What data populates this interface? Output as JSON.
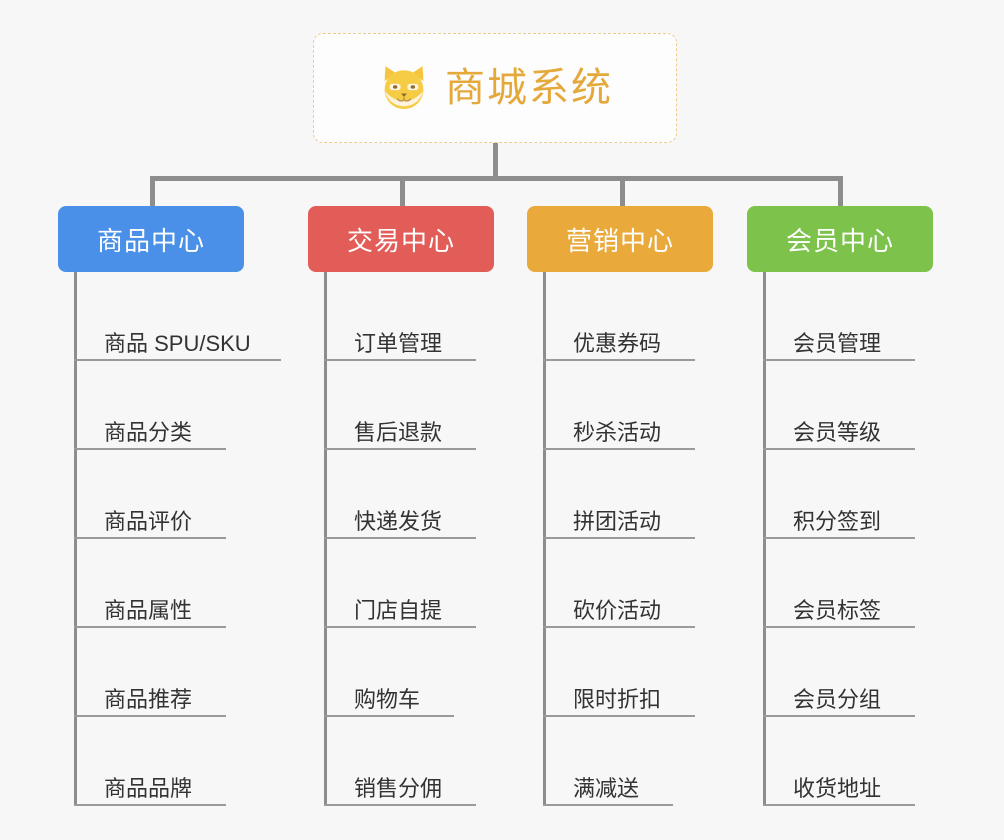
{
  "canvas": {
    "background": "#f7f7f7",
    "connector_color": "#8d8d8d"
  },
  "root": {
    "title": "商城系统",
    "icon": "shiba-dog-face-icon",
    "title_color": "#e5a93b",
    "border_color": "#eccb8e",
    "background": "#fdfdfd"
  },
  "columns": [
    {
      "id": "product-center",
      "title": "商品中心",
      "color": "#4a90e8",
      "items": [
        {
          "label": "商品 SPU/SKU",
          "rule_width": 207
        },
        {
          "label": "商品分类",
          "rule_width": 152
        },
        {
          "label": "商品评价",
          "rule_width": 152
        },
        {
          "label": "商品属性",
          "rule_width": 152
        },
        {
          "label": "商品推荐",
          "rule_width": 152
        },
        {
          "label": "商品品牌",
          "rule_width": 152
        }
      ]
    },
    {
      "id": "trade-center",
      "title": "交易中心",
      "color": "#e25c58",
      "items": [
        {
          "label": "订单管理",
          "rule_width": 152
        },
        {
          "label": "售后退款",
          "rule_width": 152
        },
        {
          "label": "快递发货",
          "rule_width": 152
        },
        {
          "label": "门店自提",
          "rule_width": 152
        },
        {
          "label": "购物车",
          "rule_width": 130
        },
        {
          "label": "销售分佣",
          "rule_width": 152
        }
      ]
    },
    {
      "id": "marketing-center",
      "title": "营销中心",
      "color": "#eaa93b",
      "items": [
        {
          "label": "优惠券码",
          "rule_width": 152
        },
        {
          "label": "秒杀活动",
          "rule_width": 152
        },
        {
          "label": "拼团活动",
          "rule_width": 152
        },
        {
          "label": "砍价活动",
          "rule_width": 152
        },
        {
          "label": "限时折扣",
          "rule_width": 152
        },
        {
          "label": "满减送",
          "rule_width": 130
        }
      ]
    },
    {
      "id": "member-center",
      "title": "会员中心",
      "color": "#7cc council"
    }
  ],
  "chart_data": {
    "type": "diagram",
    "title": "商城系统",
    "subtype": "org-tree"
  }
}
